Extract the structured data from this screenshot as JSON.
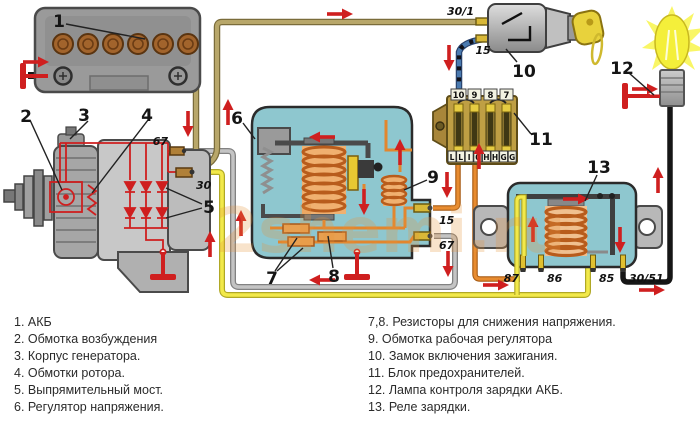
{
  "watermark": "2shemi.ru",
  "callouts": {
    "c1": "1",
    "c2": "2",
    "c3": "3",
    "c4": "4",
    "c5": "5",
    "c6": "6",
    "c7": "7",
    "c8": "8",
    "c9": "9",
    "c10": "10",
    "c11": "11",
    "c12": "12",
    "c13": "13"
  },
  "terminals": {
    "gen_67": "67",
    "gen_30": "30",
    "reg_15": "15",
    "reg_67": "67",
    "ign_30_1": "30/1",
    "ign_15": "15",
    "relay_87": "87",
    "relay_86": "86",
    "relay_85": "85",
    "relay_30_51": "30/51"
  },
  "fuse_block": {
    "numbers": [
      "10",
      "9",
      "8",
      "7"
    ],
    "letters": [
      "L",
      "L",
      "I",
      "0",
      "H",
      "H",
      "G",
      "G"
    ]
  },
  "legend": {
    "left": [
      "1. АКБ",
      "2. Обмотка возбуждения",
      "3. Корпус генератора.",
      "4. Обмотки ротора.",
      "5. Выпрямительный мост.",
      "6. Регулятор напряжения."
    ],
    "right": [
      "7,8. Резисторы для снижения напряжения.",
      "9. Обмотка рабочая регулятора",
      "10. Замок включения зажигания.",
      "11. Блок предохранителей.",
      "12. Лампа контроля зарядки АКБ.",
      "13. Реле зарядки."
    ]
  },
  "colors": {
    "schematic_red": "#cf1f1f",
    "device_cyan": "#8ec7cf",
    "copper": "#e0832f",
    "wire_tan": "#b8a76a",
    "wire_yellow": "#f2e94a",
    "wire_orange": "#e88c30",
    "wire_grey": "#c4c4c4",
    "wire_black": "#161616",
    "wire_blue": "#4a7ab0",
    "fuse_tan": "#bf9f44"
  }
}
